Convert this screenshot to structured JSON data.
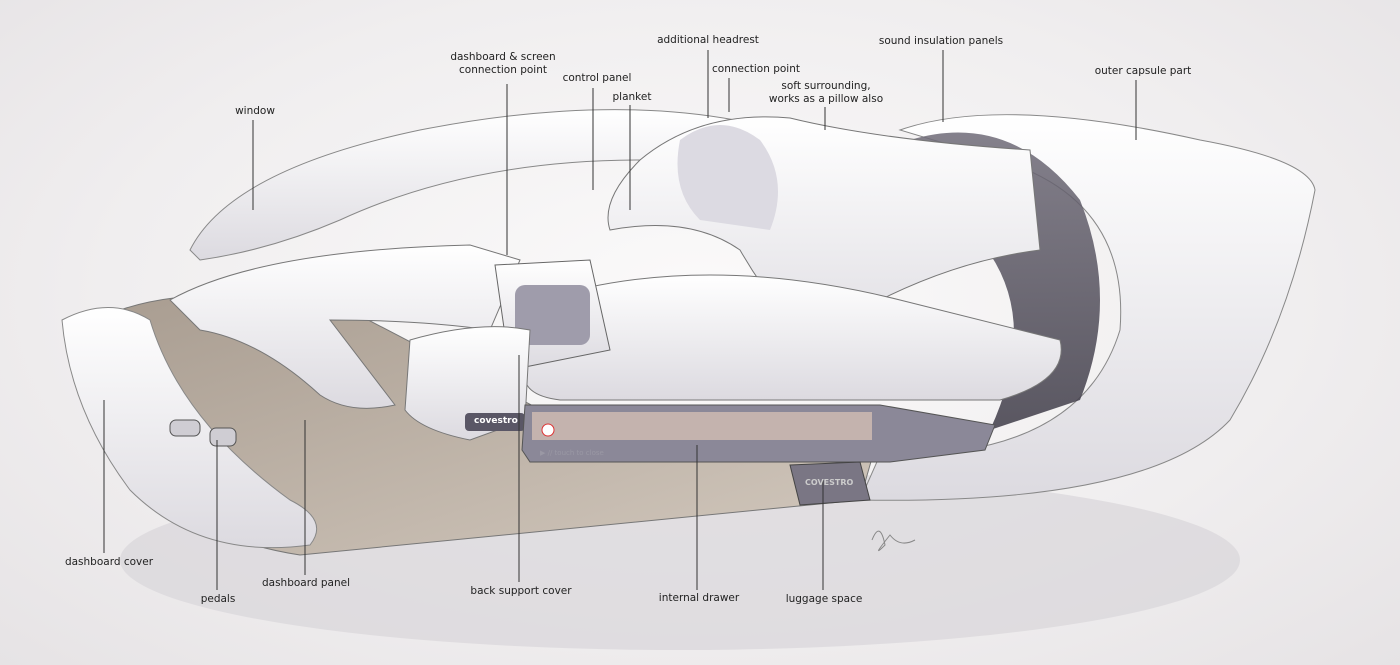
{
  "labels": {
    "additional_headrest": "additional headrest",
    "dashboard_screen_1": "dashboard & screen",
    "dashboard_screen_2": "connection point",
    "control_panel": "control panel",
    "planket": "planket",
    "connection_point": "connection point",
    "soft_surrounding_1": "soft surrounding,",
    "soft_surrounding_2": "works as a pillow also",
    "sound_insulation": "sound insulation panels",
    "outer_capsule": "outer capsule part",
    "window": "window",
    "dashboard_cover": "dashboard cover",
    "pedals": "pedals",
    "dashboard_panel": "dashboard panel",
    "back_support_cover": "back support cover",
    "internal_drawer": "internal drawer",
    "luggage_space": "luggage space"
  },
  "sketch_text": {
    "brand_seat": "covestro",
    "brand_luggage": "COVESTRO",
    "drawer_hint": "▶ // touch to close"
  },
  "colors": {
    "line": "#333333",
    "body": "#f7f7f8",
    "shadow": "#c9c6cc",
    "floor": "#bfb2a5"
  }
}
